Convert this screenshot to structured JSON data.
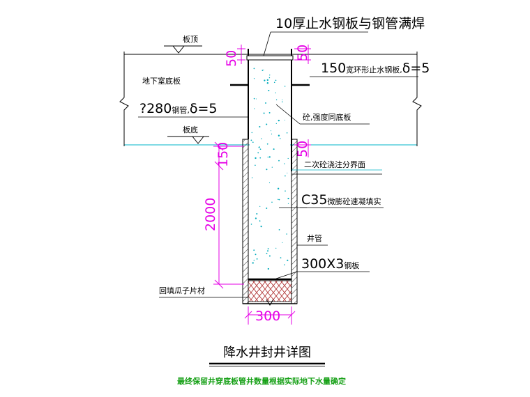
{
  "drawing": {
    "title": "降水井封井详图",
    "note": "最终保留井穿底板管井数量根据实际地下水量确定"
  },
  "labels": {
    "steel_plate_weld": "10厚止水钢板与钢管满焊",
    "slab_top": "板顶",
    "ring_plate_prefix": "150",
    "ring_plate_mid": "宽环形止水钢板,",
    "ring_plate_suffix": "δ=5",
    "basement_slab": "地下室底板",
    "steel_pipe_prefix": "?280",
    "steel_pipe_mid": "钢管,",
    "steel_pipe_suffix": "δ=5",
    "concrete_grade": "砼,强度同底板",
    "slab_bottom": "板底",
    "second_pour": "二次砼浇注分界面",
    "c35_prefix": "C35",
    "c35_suffix": "微膨砼速凝填实",
    "well_pipe": "井管",
    "plate_300_prefix": "300X3",
    "plate_300_suffix": "钢板",
    "backfill": "回填瓜子片材"
  },
  "dimensions": {
    "top_left": "50",
    "top_right": "50",
    "mid_right": "50",
    "left_150": "150",
    "left_2000": "2000",
    "bottom_300": "300"
  },
  "colors": {
    "dimension": "#e600e6",
    "water_line": "#00b4c8",
    "note": "#16a016",
    "concrete_dots": "#00aabb"
  }
}
